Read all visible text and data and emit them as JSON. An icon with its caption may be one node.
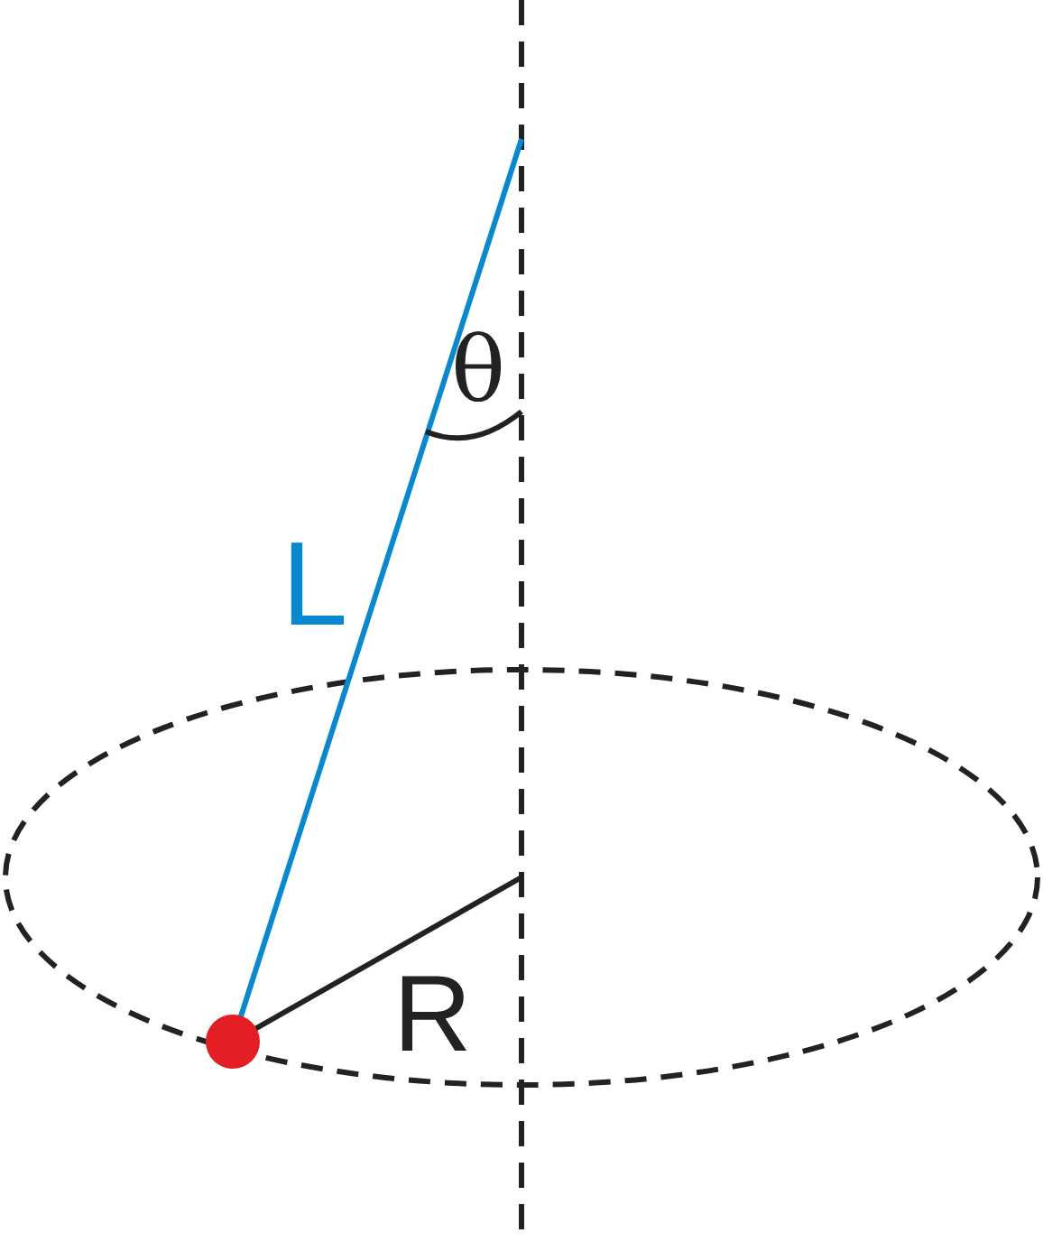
{
  "diagram": {
    "labels": [
      "θ",
      "L",
      "R"
    ]
  }
}
